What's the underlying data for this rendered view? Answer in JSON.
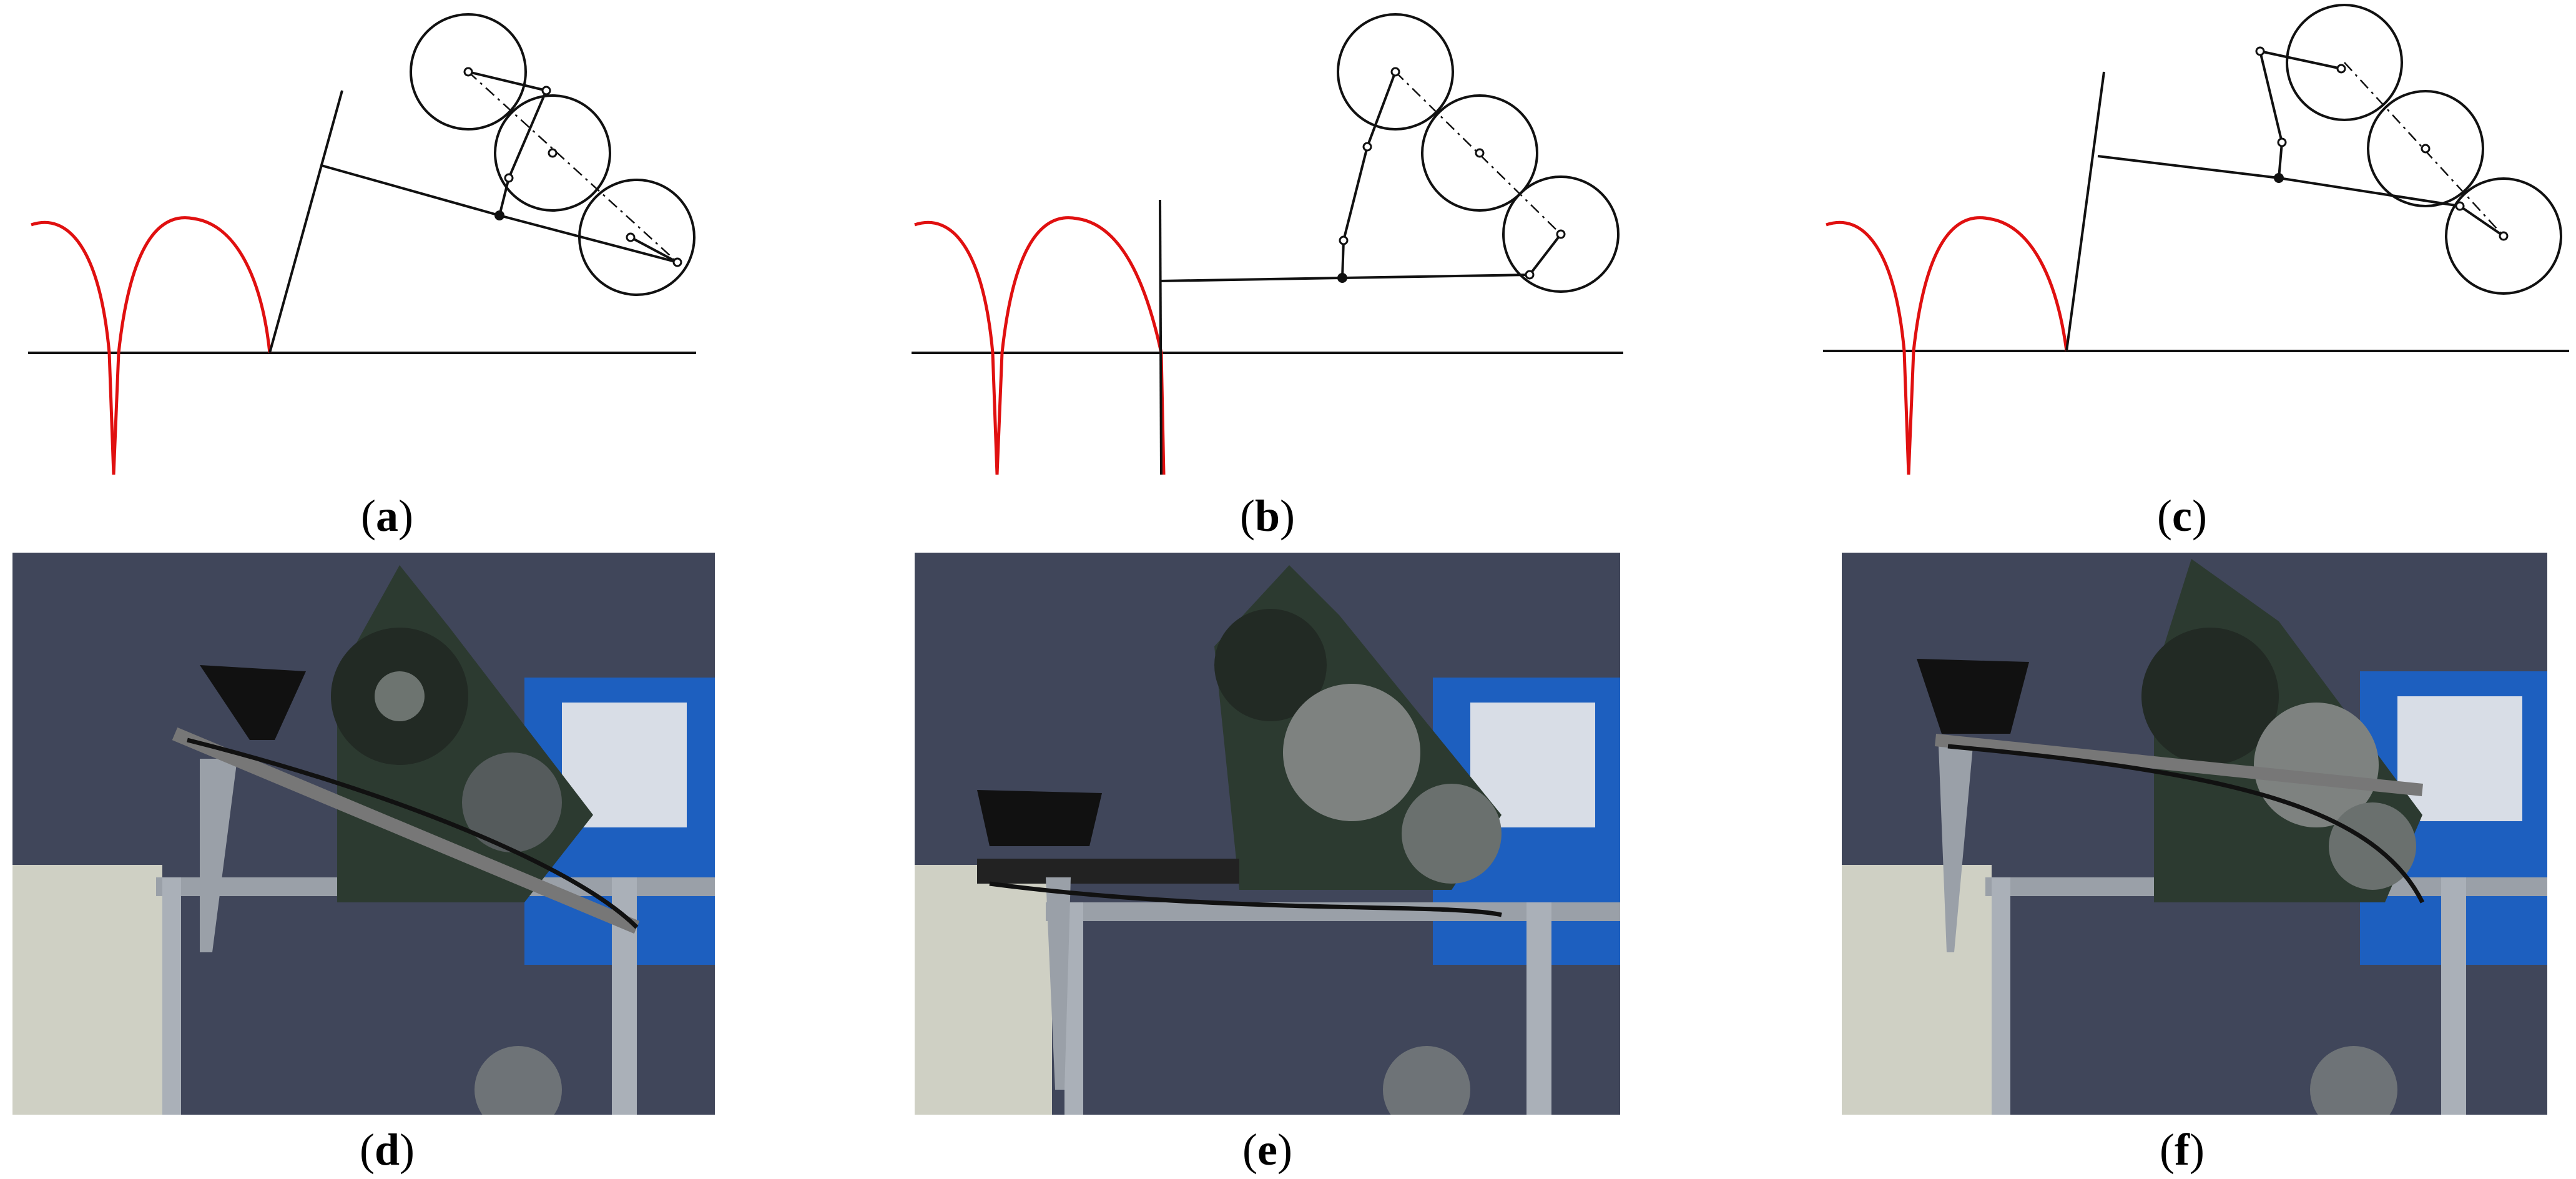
{
  "panels": [
    {
      "id": "a",
      "kind": "mechanism-diagram"
    },
    {
      "id": "b",
      "kind": "mechanism-diagram"
    },
    {
      "id": "c",
      "kind": "mechanism-diagram"
    },
    {
      "id": "d",
      "kind": "photo"
    },
    {
      "id": "e",
      "kind": "photo"
    },
    {
      "id": "f",
      "kind": "photo"
    }
  ],
  "captions": {
    "a": {
      "open": "(",
      "letter": "a",
      "close": ")"
    },
    "b": {
      "open": "(",
      "letter": "b",
      "close": ")"
    },
    "c": {
      "open": "(",
      "letter": "c",
      "close": ")"
    },
    "d": {
      "open": "(",
      "letter": "d",
      "close": ")"
    },
    "e": {
      "open": "(",
      "letter": "e",
      "close": ")"
    },
    "f": {
      "open": "(",
      "letter": "f",
      "close": ")"
    }
  },
  "colors": {
    "trajectory": "#e01010",
    "linkage": "#111111",
    "ground": "#111111",
    "wall": "#3c4150",
    "panel_blue": "#1d5fbf",
    "metal": "#8a9098",
    "cabinet": "#cfd0c4"
  }
}
